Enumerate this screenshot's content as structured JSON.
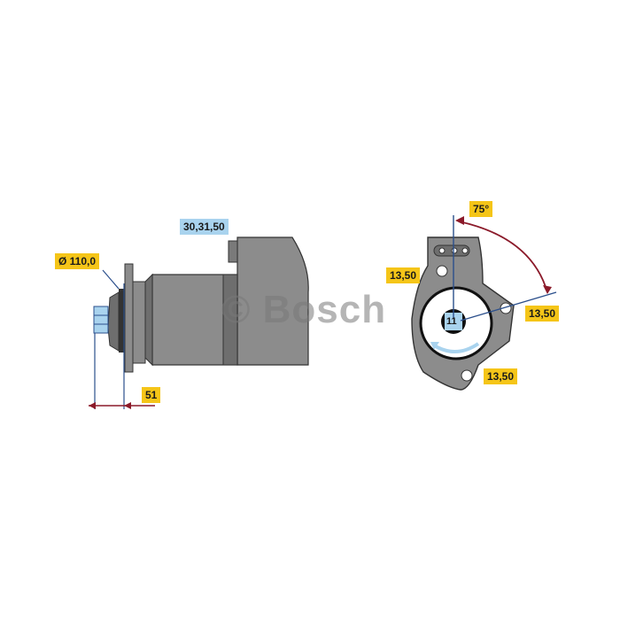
{
  "watermark": "© Bosch",
  "side_view": {
    "connector_label": "30,31,50",
    "flange_diameter_label": "Ø 110,0",
    "pinion_offset_label": "51"
  },
  "front_view": {
    "angle_label": "75°",
    "hole_labels": [
      "13,50",
      "13,50",
      "13,50"
    ],
    "pinion_teeth": "11"
  },
  "colors": {
    "body_gray": "#8c8c8c",
    "dark_gray": "#6e6e6e",
    "label_yellow": "#f5c518",
    "label_blue": "#a9d3ee",
    "dim_line_blue": "#2b4f8c",
    "arrow_red": "#8b1a2a"
  }
}
